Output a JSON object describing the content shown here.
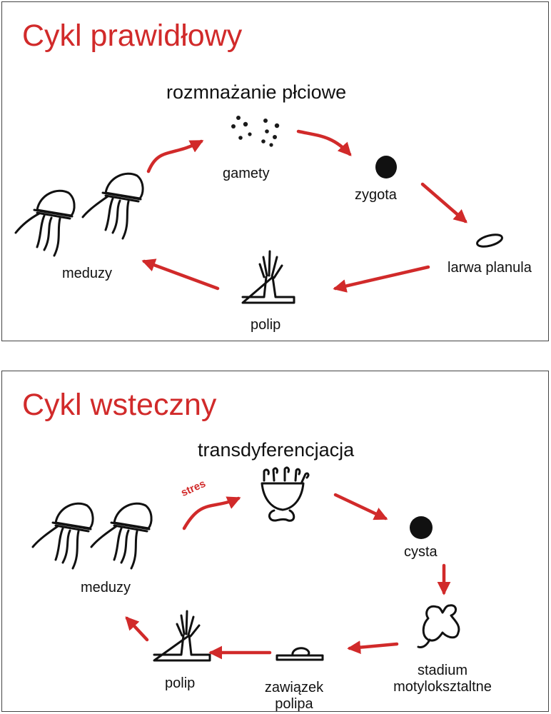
{
  "colors": {
    "accent": "#d12a2a",
    "ink": "#1a1a1a",
    "border": "#444444"
  },
  "normal_cycle": {
    "title": "Cykl prawidłowy",
    "heading": "rozmnażanie płciowe",
    "stages": {
      "gametes": "gamety",
      "zygote": "zygota",
      "larva": "larwa planula",
      "polyp": "polip",
      "medusae": "meduzy"
    }
  },
  "reverse_cycle": {
    "title": "Cykl wsteczny",
    "heading": "transdyferencjacja",
    "stress_label": "stres",
    "stages": {
      "cyst": "cysta",
      "stolon_stage_1": "stadium",
      "stolon_stage_2": "motyloksztaltne",
      "polyp_bud_1": "zawiązek",
      "polyp_bud_2": "polipa",
      "polyp": "polip",
      "medusae": "meduzy"
    }
  }
}
